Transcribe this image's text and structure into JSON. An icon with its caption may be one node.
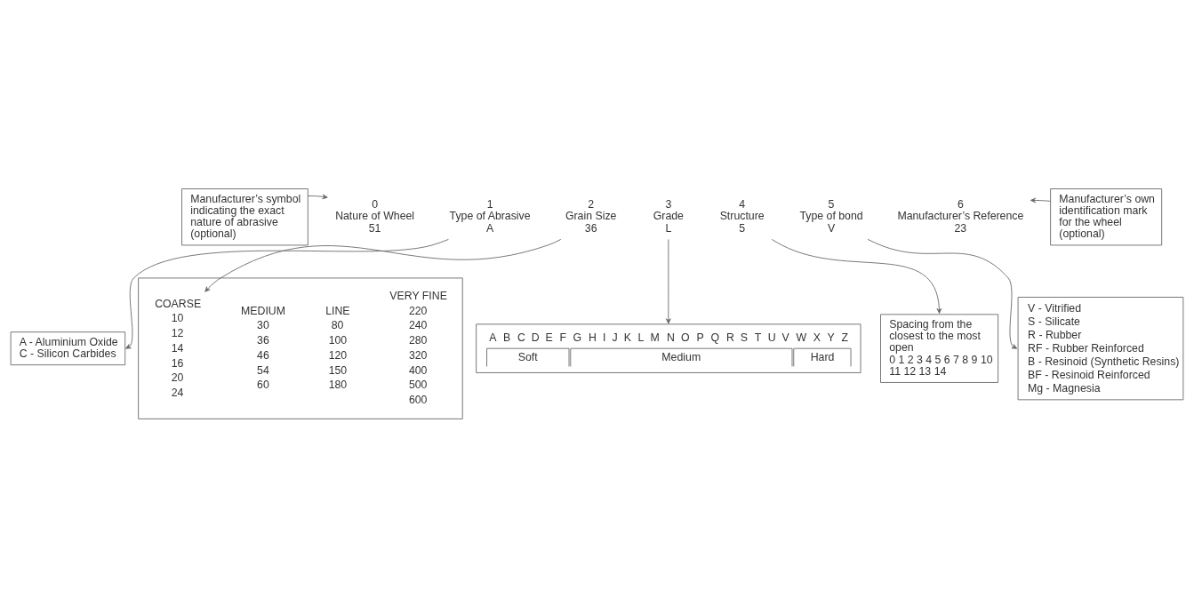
{
  "diagram": {
    "nodes": [
      {
        "text": [
          "Manufacturer’s symbol indicating the exact nature of abrasive (optional)"
        ]
      },
      {
        "text": [
          "0",
          "Nature of Wheel",
          "51"
        ]
      },
      {
        "text": [
          "1",
          "Type of Abrasive",
          "A"
        ]
      },
      {
        "text": [
          "2",
          "Grain Size",
          "36"
        ]
      },
      {
        "text": [
          "3",
          "Grade",
          "L"
        ]
      },
      {
        "text": [
          "4",
          "Structure",
          "5"
        ]
      },
      {
        "text": [
          "5",
          "Type of bond",
          "V"
        ]
      },
      {
        "text": [
          "6",
          "Manufacturer’s Reference",
          "23"
        ]
      },
      {
        "text": [
          "Manufacturer’s own identification mark for the wheel (optional)"
        ]
      },
      {
        "text": [
          "A - Aluminium Oxide",
          "C - Silicon Carbides"
        ]
      },
      {
        "text": [],
        "shape": "box"
      },
      {
        "text": [
          "COARSE",
          "10 12 14 16 20 24"
        ],
        "in": 10
      },
      {
        "text": [
          "MEDIUM",
          "30 36 46 54 60"
        ],
        "in": 10
      },
      {
        "text": [
          "LINE",
          "80 100 120 150 180"
        ],
        "in": 10
      },
      {
        "text": [
          "VERY FINE",
          "220 240 280 320 400 500 600"
        ],
        "in": 10
      },
      {
        "text": [
          "V - Vitrified",
          "S - Silicate",
          "R - Rubber",
          "RF - Rubber Reinforced",
          "B - Resinoid (Synthetic Resins)",
          "BF - Resinoid Reinforced",
          "Mg - Magnesia"
        ]
      },
      {
        "text": [
          "Spacing from the closest to the most open",
          "0 1 2 3 4 5 6 7 8 9 10 11 12 13 14"
        ]
      },
      {
        "text": [
          "A B C D E F G H I J K L M N O P Q R S T U V W X Y Z",
          "Soft",
          "Medium",
          "Hard"
        ]
      }
    ],
    "edges": [
      {
        "from": 0,
        "to": 1,
        "arrow": "to"
      },
      {
        "from": 2,
        "to": 9,
        "arrow": "to"
      },
      {
        "from": 3,
        "to": 11,
        "arrow": "to"
      },
      {
        "from": 4,
        "to": 17,
        "arrow": "to"
      },
      {
        "from": 5,
        "to": 16,
        "arrow": "to"
      },
      {
        "from": 6,
        "to": 15,
        "arrow": "to"
      },
      {
        "from": 8,
        "to": 7,
        "arrow": "to"
      }
    ]
  }
}
